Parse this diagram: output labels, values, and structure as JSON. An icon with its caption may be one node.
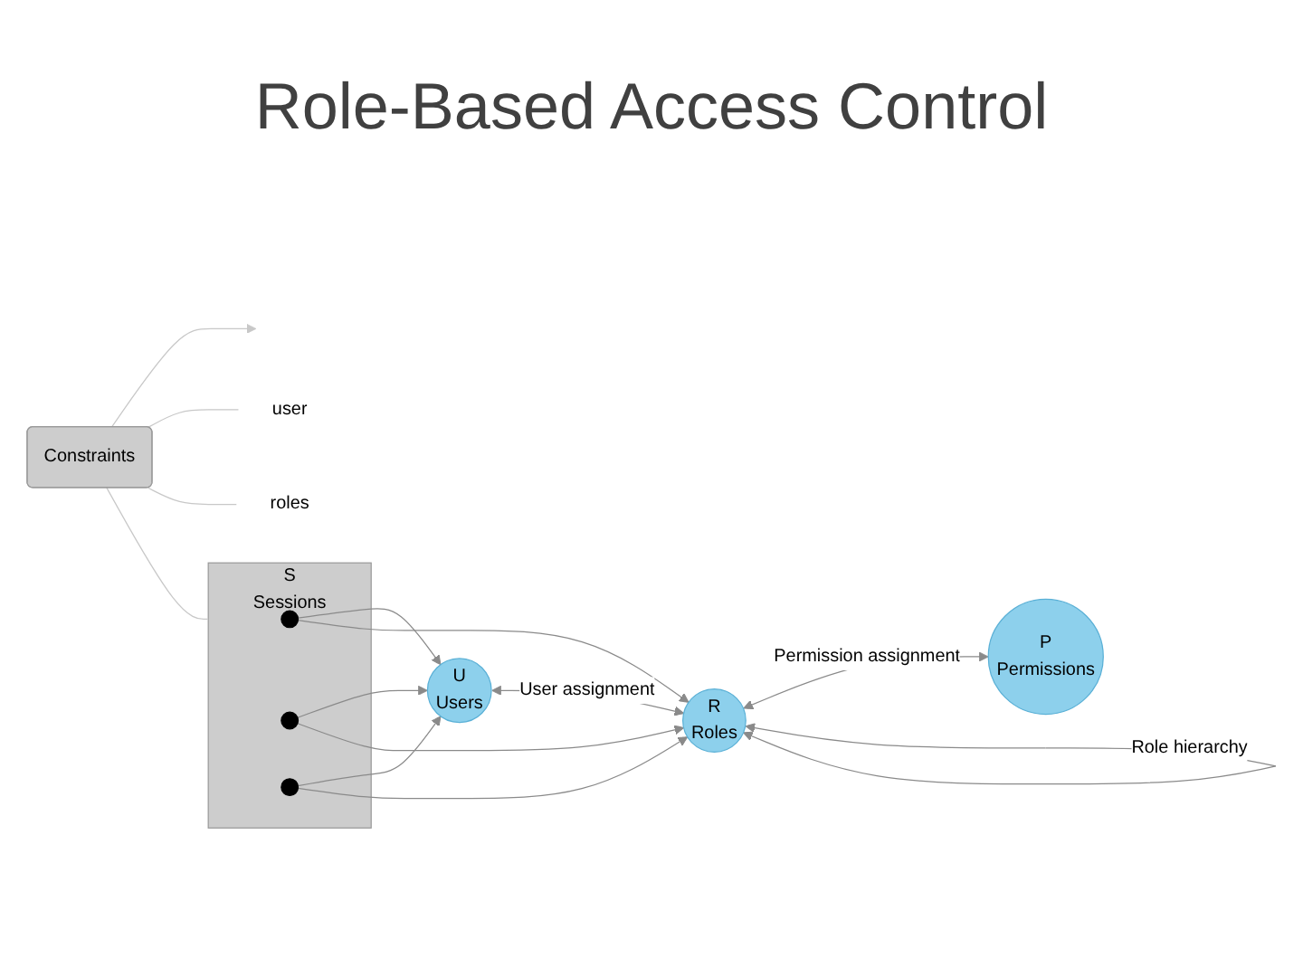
{
  "diagram": {
    "title": "Role-Based Access Control",
    "nodes": [
      {
        "text": [
          "U",
          "Users"
        ]
      },
      {
        "text": [
          "R",
          "Roles"
        ]
      },
      {
        "text": [
          "P",
          "Permissions"
        ]
      },
      {
        "text": [
          "S",
          "Sessions"
        ]
      },
      {
        "text": [],
        "shape": "circle",
        "in": 3
      },
      {
        "text": [],
        "shape": "circle",
        "in": 3
      },
      {
        "text": [],
        "shape": "circle",
        "in": 3
      },
      {
        "text": [
          "user"
        ]
      },
      {
        "text": [
          "roles"
        ]
      },
      {
        "text": [
          "Constraints"
        ]
      }
    ],
    "edges": [
      {
        "from": 0,
        "to": 1,
        "arrow": "both",
        "label": "User assignment"
      },
      {
        "from": 1,
        "to": 2,
        "arrow": "both",
        "label": "Permission assignment"
      },
      {
        "from": 1,
        "to": 1,
        "arrow": "both",
        "label": "Role hierarchy"
      },
      {
        "from": 4,
        "to": 0,
        "arrow": "to"
      },
      {
        "from": 4,
        "to": 1,
        "arrow": "to"
      },
      {
        "from": 5,
        "to": 0,
        "arrow": "to"
      },
      {
        "from": 5,
        "to": 1,
        "arrow": "to"
      },
      {
        "from": 6,
        "to": 0,
        "arrow": "to"
      },
      {
        "from": 6,
        "to": 1,
        "arrow": "to"
      },
      {
        "from": 9,
        "to": null,
        "arrow": "to",
        "color": "#c8c8c8"
      },
      {
        "from": 9,
        "to": 7,
        "arrow": "none",
        "color": "#c8c8c8"
      },
      {
        "from": 9,
        "to": 8,
        "arrow": "none",
        "color": "#c8c8c8"
      },
      {
        "from": 9,
        "to": 3,
        "arrow": "none",
        "color": "#c8c8c8"
      }
    ]
  }
}
